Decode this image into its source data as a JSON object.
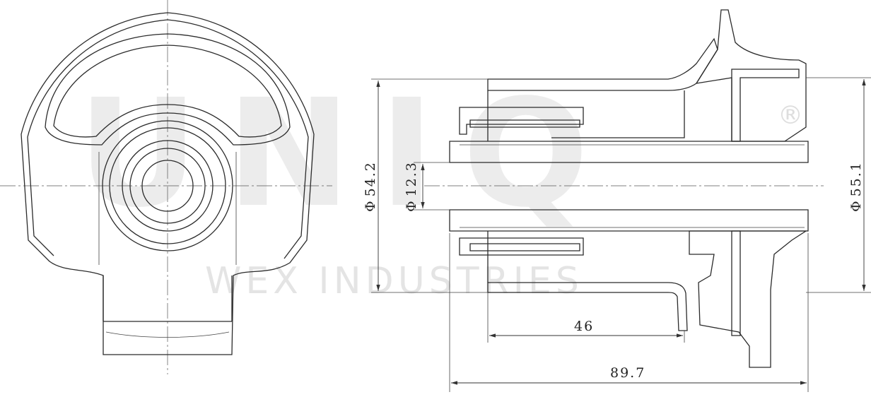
{
  "drawing": {
    "watermark": {
      "logo": "UNIQ",
      "registered": "®",
      "company": "WEX INDUSTRIES"
    },
    "dimensions": {
      "overall_length": "89.7",
      "sleeve_length": "46",
      "outer_diameter_left": "54.2",
      "inner_diameter": "12.3",
      "outer_diameter_right": "55.1"
    },
    "diameter_symbol": "Φ"
  }
}
